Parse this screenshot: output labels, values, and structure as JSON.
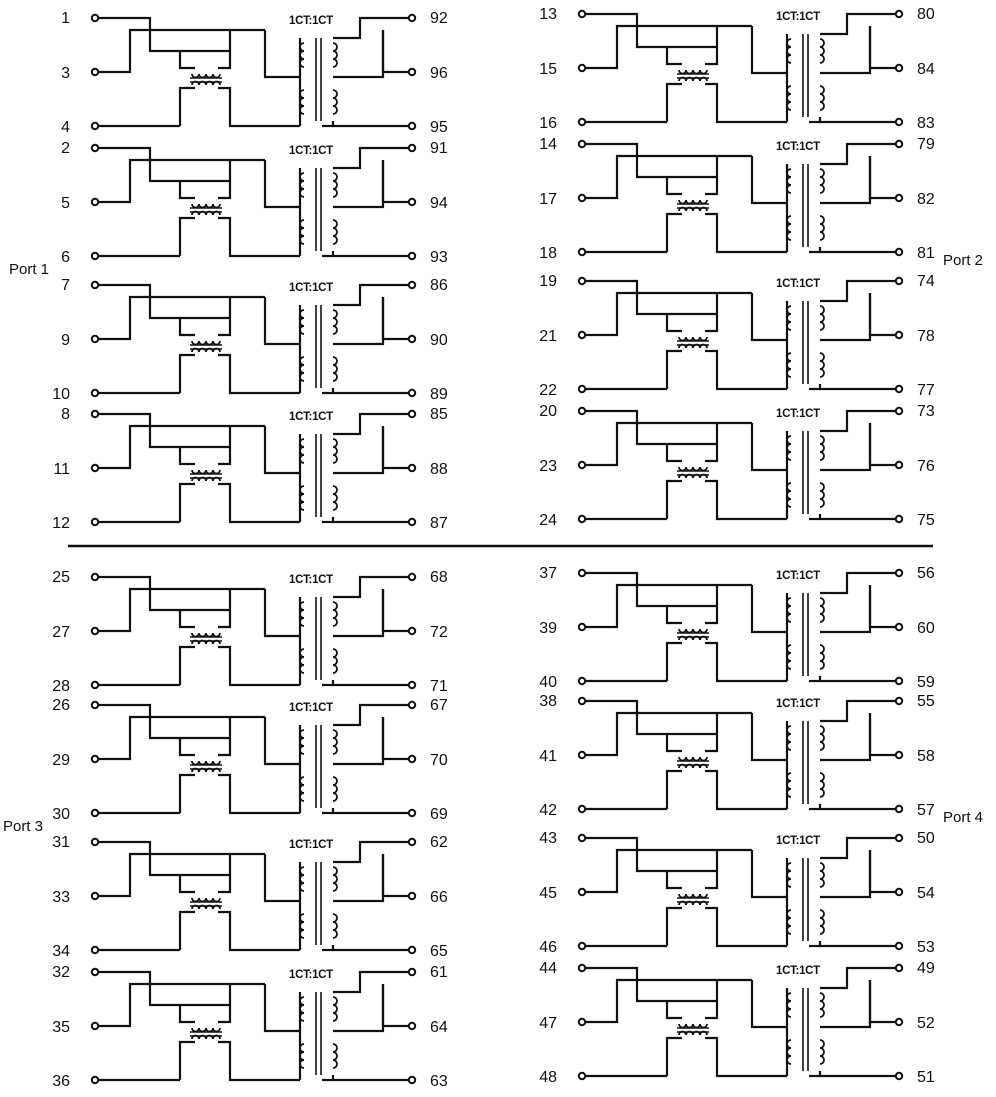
{
  "ratio_label": "1CT:1CT",
  "divider_color": "#111111",
  "ports": [
    {
      "label": "Port 1",
      "channels": [
        {
          "top_left": "1",
          "mid_left": "3",
          "bot_left": "4",
          "top_right": "92",
          "mid_right": "96",
          "bot_right": "95"
        },
        {
          "top_left": "2",
          "mid_left": "5",
          "bot_left": "6",
          "top_right": "91",
          "mid_right": "94",
          "bot_right": "93"
        },
        {
          "top_left": "7",
          "mid_left": "9",
          "bot_left": "10",
          "top_right": "86",
          "mid_right": "90",
          "bot_right": "89"
        },
        {
          "top_left": "8",
          "mid_left": "11",
          "bot_left": "12",
          "top_right": "85",
          "mid_right": "88",
          "bot_right": "87"
        }
      ]
    },
    {
      "label": "Port 2",
      "channels": [
        {
          "top_left": "13",
          "mid_left": "15",
          "bot_left": "16",
          "top_right": "80",
          "mid_right": "84",
          "bot_right": "83"
        },
        {
          "top_left": "14",
          "mid_left": "17",
          "bot_left": "18",
          "top_right": "79",
          "mid_right": "82",
          "bot_right": "81"
        },
        {
          "top_left": "19",
          "mid_left": "21",
          "bot_left": "22",
          "top_right": "74",
          "mid_right": "78",
          "bot_right": "77"
        },
        {
          "top_left": "20",
          "mid_left": "23",
          "bot_left": "24",
          "top_right": "73",
          "mid_right": "76",
          "bot_right": "75"
        }
      ]
    },
    {
      "label": "Port 3",
      "channels": [
        {
          "top_left": "25",
          "mid_left": "27",
          "bot_left": "28",
          "top_right": "68",
          "mid_right": "72",
          "bot_right": "71"
        },
        {
          "top_left": "26",
          "mid_left": "29",
          "bot_left": "30",
          "top_right": "67",
          "mid_right": "70",
          "bot_right": "69"
        },
        {
          "top_left": "31",
          "mid_left": "33",
          "bot_left": "34",
          "top_right": "62",
          "mid_right": "66",
          "bot_right": "65"
        },
        {
          "top_left": "32",
          "mid_left": "35",
          "bot_left": "36",
          "top_right": "61",
          "mid_right": "64",
          "bot_right": "63"
        }
      ]
    },
    {
      "label": "Port 4",
      "channels": [
        {
          "top_left": "37",
          "mid_left": "39",
          "bot_left": "40",
          "top_right": "56",
          "mid_right": "60",
          "bot_right": "59"
        },
        {
          "top_left": "38",
          "mid_left": "41",
          "bot_left": "42",
          "top_right": "55",
          "mid_right": "58",
          "bot_right": "57"
        },
        {
          "top_left": "43",
          "mid_left": "45",
          "bot_left": "46",
          "top_right": "50",
          "mid_right": "54",
          "bot_right": "53"
        },
        {
          "top_left": "44",
          "mid_left": "47",
          "bot_left": "48",
          "top_right": "49",
          "mid_right": "52",
          "bot_right": "51"
        }
      ]
    }
  ]
}
